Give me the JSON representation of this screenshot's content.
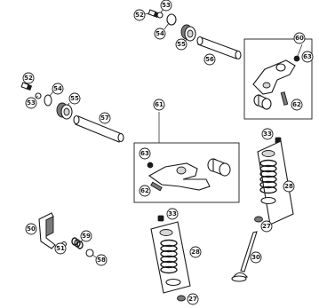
{
  "callouts": {
    "c52a": "52",
    "c53a": "53",
    "c54a": "54",
    "c55a": "55",
    "c56": "56",
    "c60": "60",
    "c63a": "63",
    "c62a": "62",
    "c52b": "52",
    "c53b": "53",
    "c54b": "54",
    "c55b": "55",
    "c57": "57",
    "c61": "61",
    "c63b": "63",
    "c62b": "62",
    "c33a": "33",
    "c28a": "28",
    "c27a": "27",
    "c30": "30",
    "c33b": "33",
    "c28b": "28",
    "c27b": "27",
    "c50": "50",
    "c51": "51",
    "c59": "59",
    "c58": "58"
  }
}
